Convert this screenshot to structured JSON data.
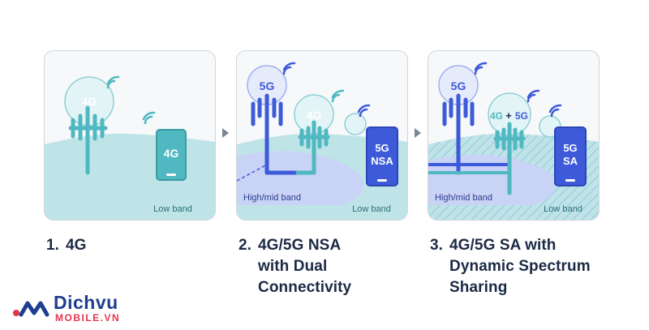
{
  "panels": [
    {
      "tower_label": "4G",
      "phone_label": "4G",
      "band_label": "Low band"
    },
    {
      "tower5g_label": "5G",
      "tower4g_label": "4G",
      "phone_label_line1": "5G",
      "phone_label_line2": "NSA",
      "highmid_label": "High/mid band",
      "band_label": "Low band"
    },
    {
      "tower5g_label": "5G",
      "combo_4g": "4G",
      "combo_plus": "+",
      "combo_5g": "5G",
      "phone_label_line1": "5G",
      "phone_label_line2": "SA",
      "highmid_label": "High/mid band",
      "band_label": "Low band"
    }
  ],
  "captions": [
    {
      "num": "1.",
      "text": "4G"
    },
    {
      "num": "2.",
      "text": "4G/5G NSA\nwith Dual\nConnectivity"
    },
    {
      "num": "3.",
      "text": "4G/5G SA with\nDynamic Spectrum\nSharing"
    }
  ],
  "logo": {
    "main": "Dichvu",
    "sub": "MOBILE.VN"
  },
  "colors": {
    "teal": "#4fb8c0",
    "light_teal": "#bfe4e8",
    "blue": "#3d5bd9",
    "light_blue": "#c9d3f6",
    "navy_text": "#1b2a45",
    "brand_blue": "#1f3d91",
    "brand_red": "#e3354c"
  }
}
